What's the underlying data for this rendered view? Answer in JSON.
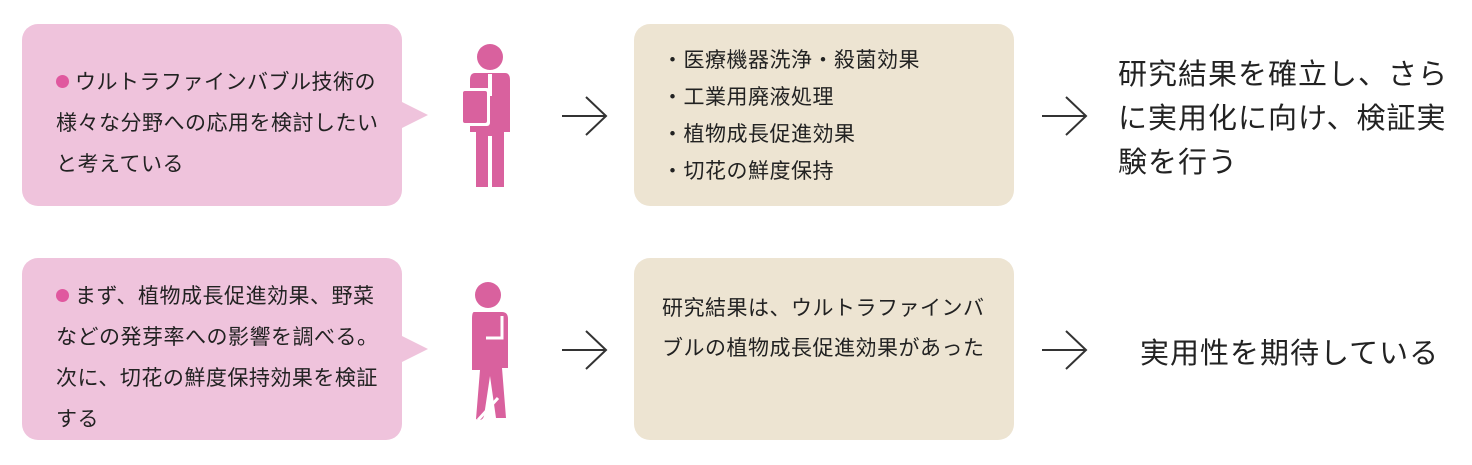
{
  "row1": {
    "bubble_text": "ウルトラファインバブル技術の様々な分野への応用を検討したいと考えている",
    "items": [
      "医療機器洗浄・殺菌効果",
      "工業用廃液処理",
      "植物成長促進効果",
      "切花の鮮度保持"
    ],
    "outcome": "研究結果を確立し、さらに実用化に向け、検証実験を行う"
  },
  "row2": {
    "bubble_text": "まず、植物成長促進効果、野菜などの発芽率への影響を調べる。次に、切花の鮮度保持効果を検証する",
    "result": "研究結果は、ウルトラファインバブルの植物成長促進効果があった",
    "outcome": "実用性を期待している"
  },
  "colors": {
    "bubble_bg": "#efc3dc",
    "bullet": "#e0589f",
    "person": "#d9619e",
    "box_bg": "#ede4d2"
  },
  "icons": [
    "person-holding-paper-icon",
    "person-thinking-icon",
    "arrow-right-icon"
  ]
}
